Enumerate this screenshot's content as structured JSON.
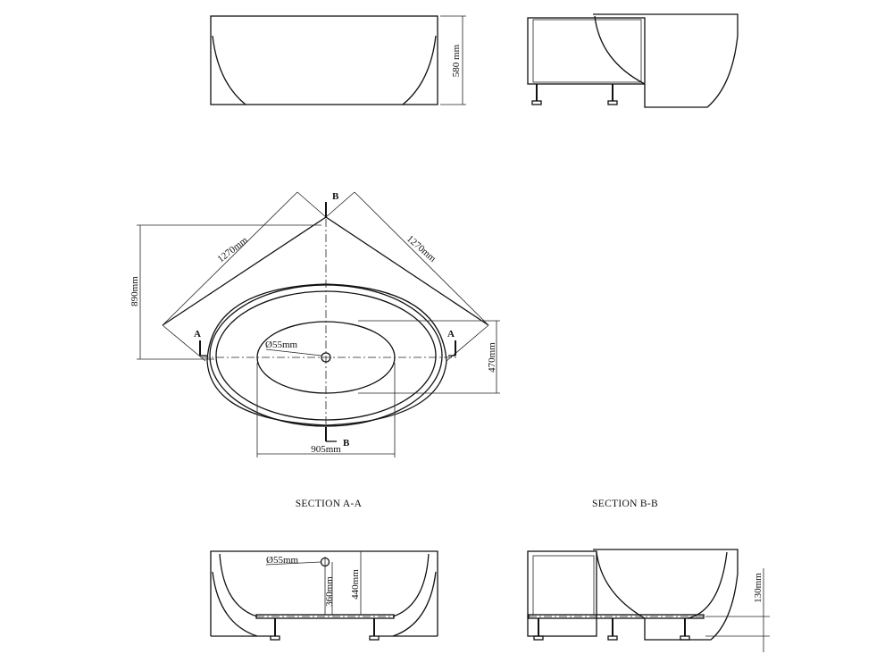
{
  "views": {
    "front_height_label": "580 mm",
    "top_side_1_label": "1270mm",
    "top_side_2_label": "1270mm",
    "depth_label": "890mm",
    "drain_label": "Ø55mm",
    "basin_width_label": "470mm",
    "basin_length_label": "905mm",
    "section_a_marker": "A",
    "section_b_marker": "B"
  },
  "section_a": {
    "title": "SECTION A-A",
    "drain_label": "Ø55mm",
    "depth_inner_label": "360mm",
    "depth_total_label": "440mm"
  },
  "section_b": {
    "title": "SECTION B-B",
    "rim_label": "130mm"
  }
}
